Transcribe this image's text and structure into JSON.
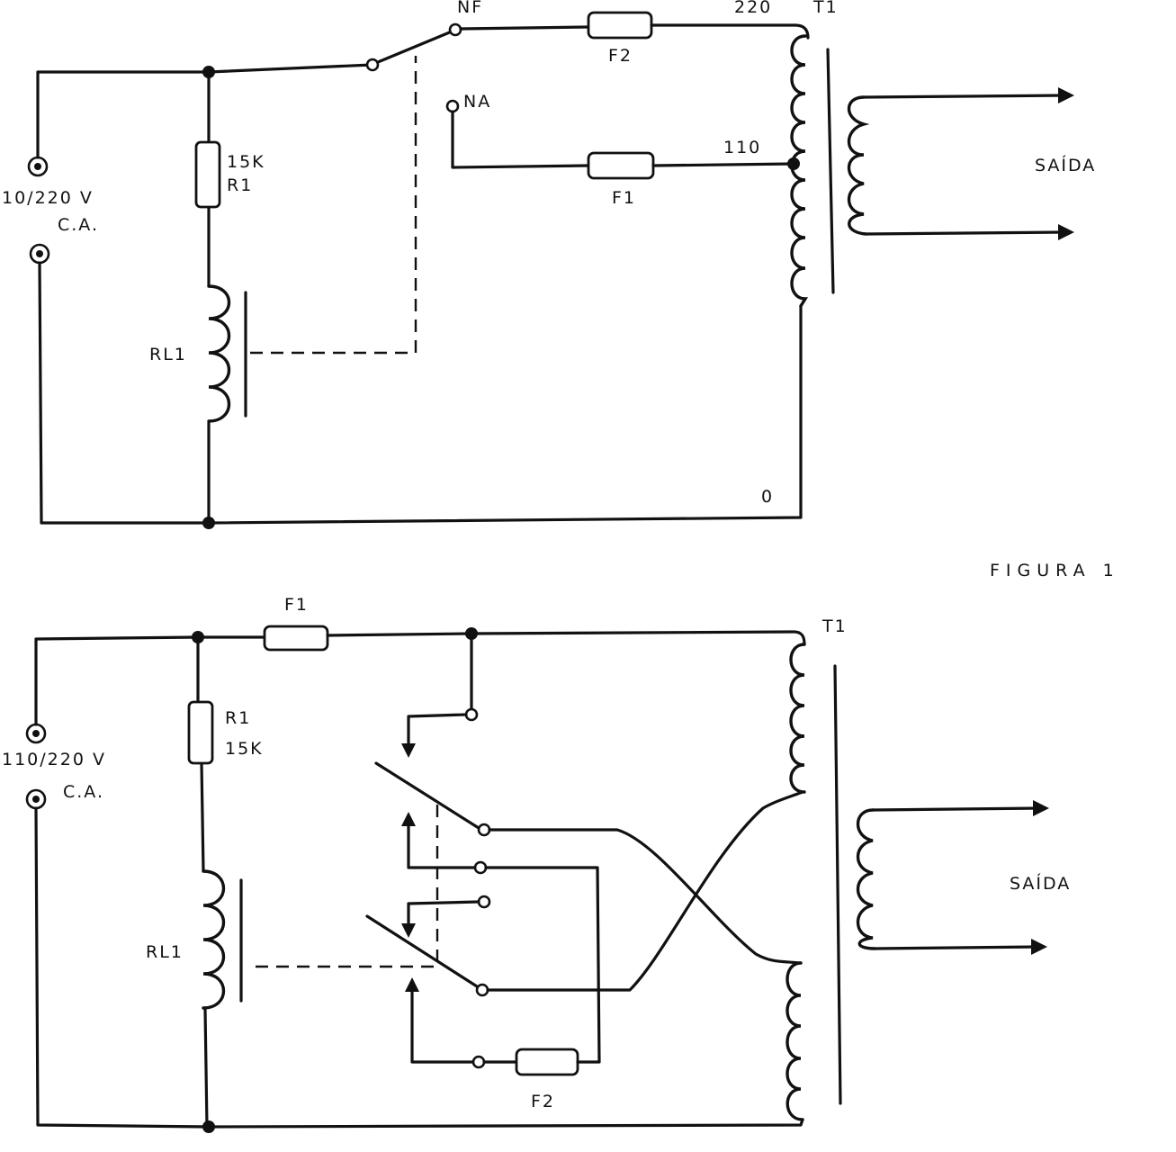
{
  "figure_label": "FIGURA 1",
  "top_circuit": {
    "input_label": "10/220 V",
    "input_sub_label": "C.A.",
    "resistor_value": "15K",
    "resistor_name": "R1",
    "relay_name": "RL1",
    "contact_nf": "NF",
    "contact_na": "NA",
    "fuse_top": "F2",
    "fuse_bottom": "F1",
    "tap_220": "220",
    "tap_110": "110",
    "tap_0": "0",
    "transformer": "T1",
    "output_label": "SAÍDA"
  },
  "bottom_circuit": {
    "input_label": "110/220 V",
    "input_sub_label": "C.A.",
    "resistor_name": "R1",
    "resistor_value": "15K",
    "relay_name": "RL1",
    "fuse_top": "F1",
    "fuse_bottom": "F2",
    "transformer": "T1",
    "output_label": "SAÍDA"
  }
}
